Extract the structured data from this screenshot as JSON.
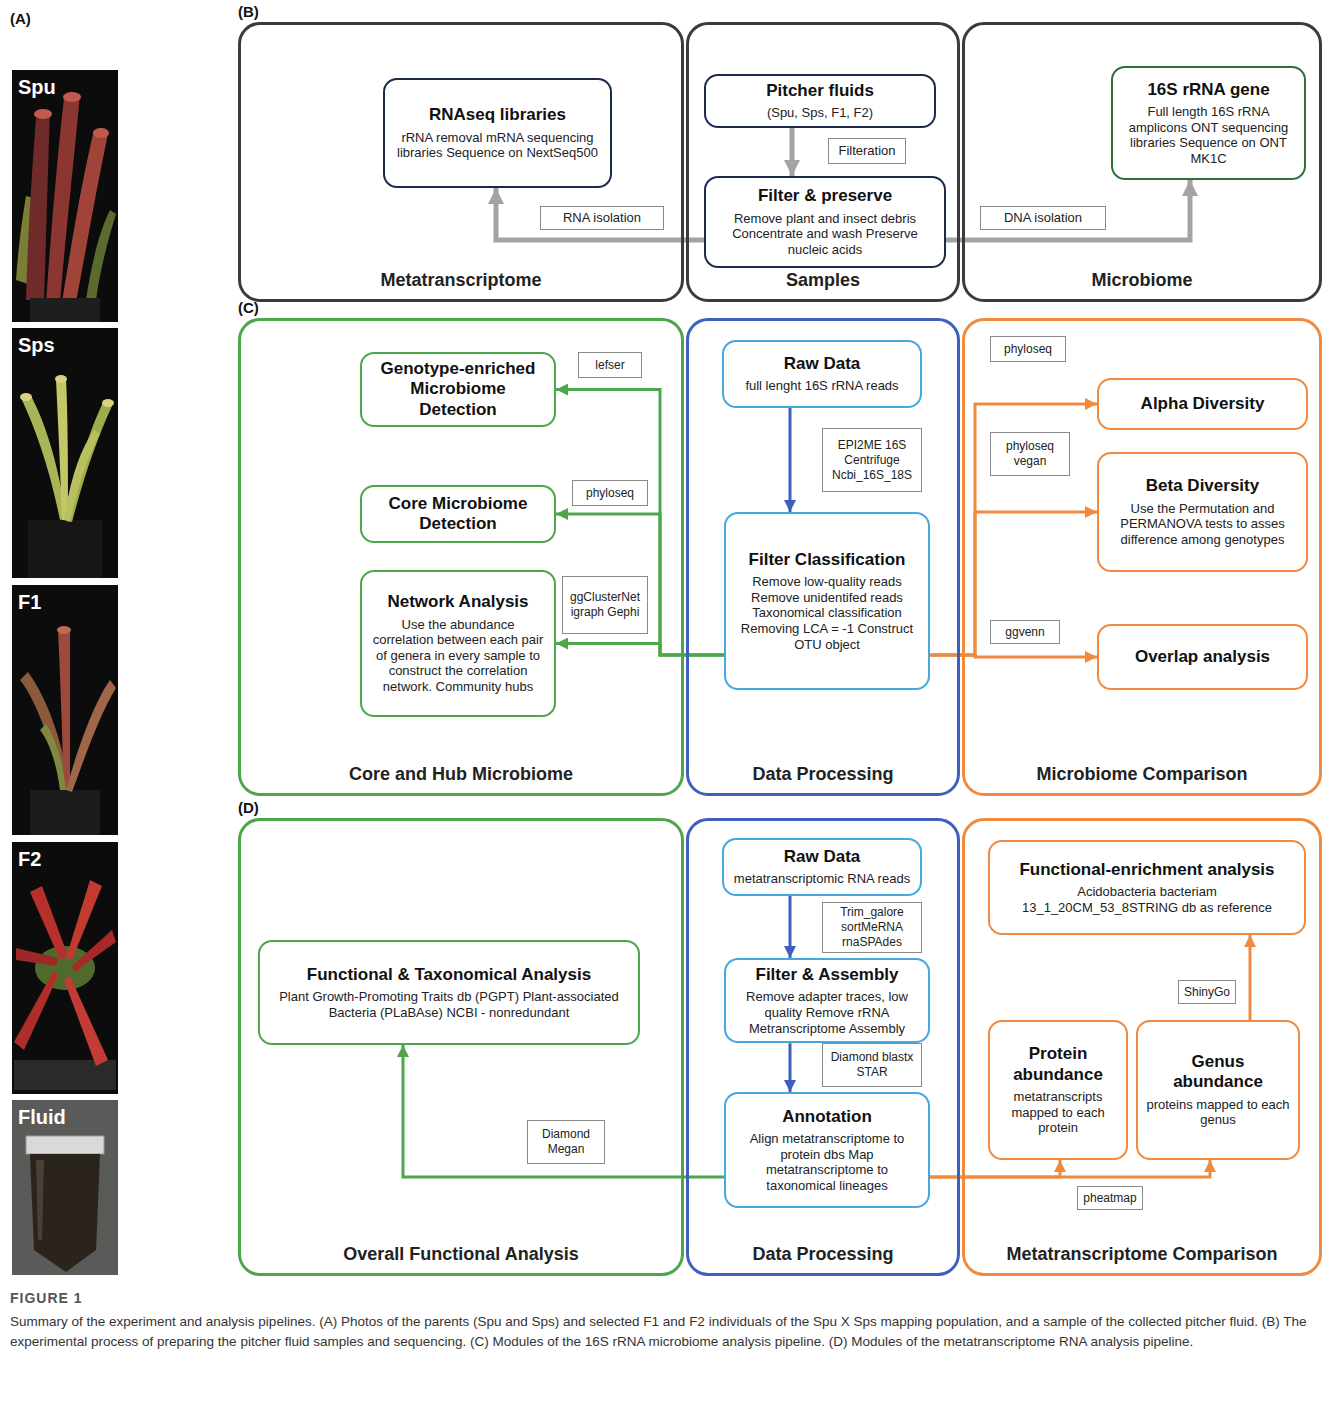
{
  "diagram": {
    "caption": "Summary of the experiment and analysis pipelines. (A) Photos of the parents (Spu and Sps) and selected F1 and F2 individuals of the Spu X Sps mapping population, and a sample of the collected pitcher fluid. (B) The experimental process of preparing the pitcher fluid samples and sequencing. (C) Modules of the 16S rRNA microbiome analysis pipeline. (D) Modules of the metatranscriptome RNA analysis pipeline.",
    "nodes": [
      {
        "text": [
          "Metatranscriptome"
        ]
      },
      {
        "text": [
          "RNAseq libraries",
          "rRNA removal mRNA sequencing libraries Sequence on NextSeq500"
        ],
        "in": 0
      },
      {
        "text": [
          "RNA isolation"
        ],
        "in": 0
      },
      {
        "text": [
          "Samples"
        ]
      },
      {
        "text": [
          "Pitcher fluids",
          "(Spu, Sps, F1, F2)"
        ],
        "in": 3
      },
      {
        "text": [
          "Filteration"
        ],
        "in": 3
      },
      {
        "text": [
          "Filter & preserve",
          "Remove plant and insect debris Concentrate and wash Preserve nucleic acids"
        ],
        "in": 3
      },
      {
        "text": [
          "Microbiome"
        ]
      },
      {
        "text": [
          "16S rRNA gene",
          "Full length 16S rRNA amplicons ONT sequencing libraries Sequence on ONT MK1C"
        ],
        "in": 7
      },
      {
        "text": [
          "DNA isolation"
        ],
        "in": 7
      },
      {
        "text": [
          "Core and Hub Microbiome"
        ]
      },
      {
        "text": [
          "Genotype-enriched Microbiome Detection"
        ],
        "in": 10
      },
      {
        "text": [
          "lefser"
        ],
        "in": 10
      },
      {
        "text": [
          "Core Microbiome Detection"
        ],
        "in": 10
      },
      {
        "text": [
          "phyloseq"
        ],
        "in": 10
      },
      {
        "text": [
          "Network Analysis",
          "Use the abundance correlation between each pair of genera in every sample to construct the correlation network. Community hubs"
        ],
        "in": 10
      },
      {
        "text": [
          "ggClusterNet igraph Gephi"
        ],
        "in": 10
      },
      {
        "text": [
          "Data Processing"
        ]
      },
      {
        "text": [
          "Raw Data",
          "full lenght 16S rRNA reads"
        ],
        "in": 17
      },
      {
        "text": [
          "EPI2ME 16S Centrifuge Ncbi_16S_18S"
        ],
        "in": 17
      },
      {
        "text": [
          "Filter Classification",
          "Remove low-quality reads Remove unidentifed reads Taxonomical classification Removing LCA = -1 Construct OTU object"
        ],
        "in": 17
      },
      {
        "text": [
          "Microbiome Comparison"
        ]
      },
      {
        "text": [
          "phyloseq"
        ],
        "in": 21
      },
      {
        "text": [
          "Alpha Diversity"
        ],
        "in": 21
      },
      {
        "text": [
          "phyloseq vegan"
        ],
        "in": 21
      },
      {
        "text": [
          "Beta Diversity",
          "Use the Permutation and PERMANOVA tests to asses difference among genotypes"
        ],
        "in": 21
      },
      {
        "text": [
          "ggvenn"
        ],
        "in": 21
      },
      {
        "text": [
          "Overlap analysis"
        ],
        "in": 21
      },
      {
        "text": [
          "Overall Functional Analysis"
        ]
      },
      {
        "text": [
          "Functional & Taxonomical Analysis",
          "Plant Growth-Promoting Traits db (PGPT) Plant-associated Bacteria (PLaBAse) NCBI - nonredundant"
        ],
        "in": 28
      },
      {
        "text": [
          "Diamond Megan"
        ],
        "in": 28
      },
      {
        "text": [
          "Data Processing"
        ]
      },
      {
        "text": [
          "Raw Data",
          "metatranscriptomic RNA reads"
        ],
        "in": 31
      },
      {
        "text": [
          "Trim_galore sortMeRNA rnaSPAdes"
        ],
        "in": 31
      },
      {
        "text": [
          "Filter & Assembly",
          "Remove adapter traces, low quality Remove rRNA Metranscriptome Assembly"
        ],
        "in": 31
      },
      {
        "text": [
          "Diamond blastx STAR"
        ],
        "in": 31
      },
      {
        "text": [
          "Annotation",
          "Align metatranscriptome to protein dbs Map metatranscriptome to taxonomical lineages"
        ],
        "in": 31
      },
      {
        "text": [
          "Metatranscriptome Comparison"
        ]
      },
      {
        "text": [
          "Functional-enrichment analysis",
          "Acidobacteria bacteriam 13_1_20CM_53_8STRING db as reference"
        ],
        "in": 37
      },
      {
        "text": [
          "ShinyGo"
        ],
        "in": 37
      },
      {
        "text": [
          "Protein abundance",
          "metatranscripts mapped to each protein"
        ],
        "in": 37
      },
      {
        "text": [
          "Genus abundance",
          "proteins mapped to each genus"
        ],
        "in": 37
      },
      {
        "text": [
          "pheatmap"
        ],
        "in": 37
      }
    ],
    "edges": [
      {
        "from": 4,
        "to": 6,
        "arrow": "to"
      },
      {
        "from": 6,
        "to": 1,
        "arrow": "to"
      },
      {
        "from": 6,
        "to": 8,
        "arrow": "to"
      },
      {
        "from": 18,
        "to": 20,
        "arrow": "to"
      },
      {
        "from": 20,
        "to": 11,
        "arrow": "to"
      },
      {
        "from": 20,
        "to": 13,
        "arrow": "to"
      },
      {
        "from": 20,
        "to": 15,
        "arrow": "to"
      },
      {
        "from": 20,
        "to": 23,
        "arrow": "to"
      },
      {
        "from": 20,
        "to": 25,
        "arrow": "to"
      },
      {
        "from": 20,
        "to": 27,
        "arrow": "to"
      },
      {
        "from": 32,
        "to": 34,
        "arrow": "to"
      },
      {
        "from": 34,
        "to": 36,
        "arrow": "to"
      },
      {
        "from": 36,
        "to": 29,
        "arrow": "to"
      },
      {
        "from": 36,
        "to": 40,
        "arrow": "to"
      },
      {
        "from": 36,
        "to": 41,
        "arrow": "to"
      },
      {
        "from": 41,
        "to": 38,
        "arrow": "to"
      }
    ],
    "labels": [
      "(A)",
      "Spu",
      "Sps",
      "F1",
      "F2",
      "Fluid",
      "(B)",
      "(C)",
      "(D)",
      "FIGURE 1"
    ]
  }
}
